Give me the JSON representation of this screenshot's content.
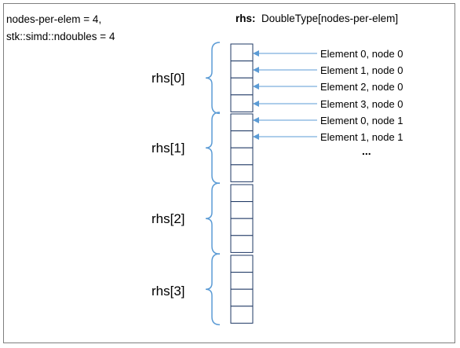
{
  "params": {
    "line1": "nodes-per-elem = 4,",
    "line2": "stk::simd::ndoubles = 4"
  },
  "rhs_title": {
    "bold": "rhs:",
    "rest": "DoubleType[nodes-per-elem]"
  },
  "groups": [
    {
      "label": "rhs[0]"
    },
    {
      "label": "rhs[1]"
    },
    {
      "label": "rhs[2]"
    },
    {
      "label": "rhs[3]"
    }
  ],
  "element_labels": [
    {
      "text": "Element 0, node 0"
    },
    {
      "text": "Element 1, node 0"
    },
    {
      "text": "Element 2, node 0"
    },
    {
      "text": "Element 3, node 0"
    },
    {
      "text": "Element 0, node 1"
    },
    {
      "text": "Element 1, node 1"
    }
  ],
  "ellipsis": "...",
  "colors": {
    "brace": "#5b9bd5",
    "arrow": "#5b9bd5",
    "cell_border": "#1f3864",
    "frame": "#7f7f7f"
  }
}
